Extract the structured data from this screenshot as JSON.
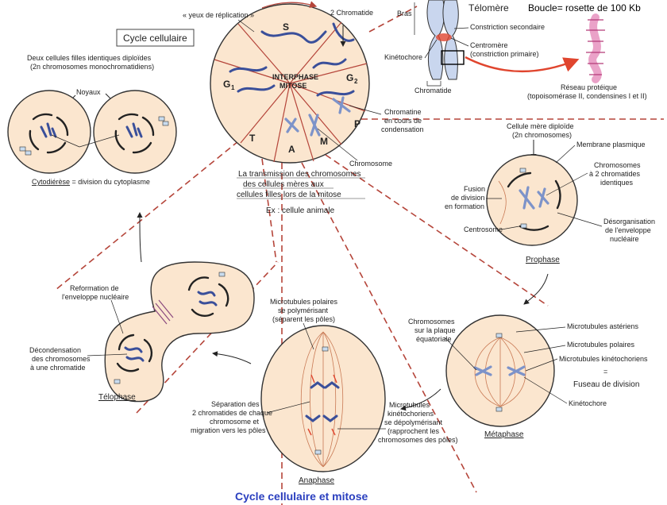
{
  "labels": {
    "cycle_box": "Cycle cellulaire",
    "yeux": "« yeux de réplication »",
    "two_chromatide": "2 Chromatide",
    "s": "S",
    "g1": "G",
    "g1_sub": "1",
    "g2": "G",
    "g2_sub": "2",
    "interphase": "INTERPHASE",
    "mitose": "MITOSE",
    "t": "T",
    "a": "A",
    "m": "M",
    "p": "P",
    "deux_cellules_1": "Deux cellules filles identiques diploïdes",
    "deux_cellules_2": "(2n chromosomes monochromatidiens)",
    "noyaux": "Noyaux",
    "cytodierese_1": "Cytodiérèse",
    "cytodierese_2": " = division du cytoplasme",
    "chromatine_1": "Chromatine",
    "chromatine_2": "en cours de",
    "chromatine_3": "condensation",
    "chromosome": "Chromosome",
    "transmission_1": "La transmission des chromosomes",
    "transmission_2": "des cellules mères aux",
    "transmission_3": "cellules filles lors de la mitose",
    "ex_cellule": "Ex : cellule animale",
    "bras": "Bras",
    "telomere": "Télomère",
    "boucle": "Boucle= rosette de 100 Kb",
    "constriction_sec": "Constriction secondaire",
    "centromere_1": "Centromère",
    "centromere_2": "(constriction primaire)",
    "kinetochore_top": "Kinétochore",
    "chromatide": "Chromatide",
    "reseau_1": "Réseau protéique",
    "reseau_2": "(topoisomérase II, condensines I et II)",
    "mere_1": "Cellule mère diploïde",
    "mere_2": "(2n chromosomes)",
    "membrane": "Membrane plasmique",
    "chromosomes_2c_1": "Chromosomes",
    "chromosomes_2c_2": "à 2 chromatides",
    "chromosomes_2c_3": "identiques",
    "fusion_1": "Fusion",
    "fusion_2": "de division",
    "fusion_3": "en formation",
    "centrosome": "Centrosome",
    "desorg_1": "Désorganisation",
    "desorg_2": "de l'enveloppe",
    "desorg_3": "nucléaire",
    "prophase": "Prophase",
    "reformation_1": "Reformation de",
    "reformation_2": "l'enveloppe nucléaire",
    "decondensation_1": "Décondensation",
    "decondensation_2": "des chromosomes",
    "decondensation_3": "à une chromatide",
    "telophase": "Télophase",
    "micro_pol_1": "Microtubules polaires",
    "micro_pol_2": "se polymérisant",
    "micro_pol_3": "(séparent les pôles)",
    "separation_1": "Séparation des",
    "separation_2": "2 chromatides de chaque",
    "separation_3": "chromosome et",
    "separation_4": "migration vers les pôles",
    "micro_kin_1": "Microtubules",
    "micro_kin_2": "kinétochoriens",
    "micro_kin_3": "se dépolymérisant",
    "micro_kin_4": "(rapprochent les",
    "micro_kin_5": "chromosomes des pôles)",
    "anaphase": "Anaphase",
    "chrom_plaque_1": "Chromosomes",
    "chrom_plaque_2": "sur la plaque",
    "chrom_plaque_3": "équatoriale",
    "micro_ast": "Microtubules astériens",
    "micro_polaires": "Microtubules polaires",
    "micro_kinetochoriens": "Microtubules kinétochoriens",
    "equals": "=",
    "fuseau": "Fuseau de division",
    "kinetochore_meta": "Kinétochore",
    "metaphase": "Métaphase",
    "main_title": "Cycle cellulaire et mitose"
  },
  "colors": {
    "title": "#2a3fbf",
    "dashed_lines": "#b5453a",
    "cell_fill": "#fbe6cf",
    "chromosome": "#3a4f9a",
    "red_arrow": "#e0452e",
    "rosette": "#d9559a"
  }
}
